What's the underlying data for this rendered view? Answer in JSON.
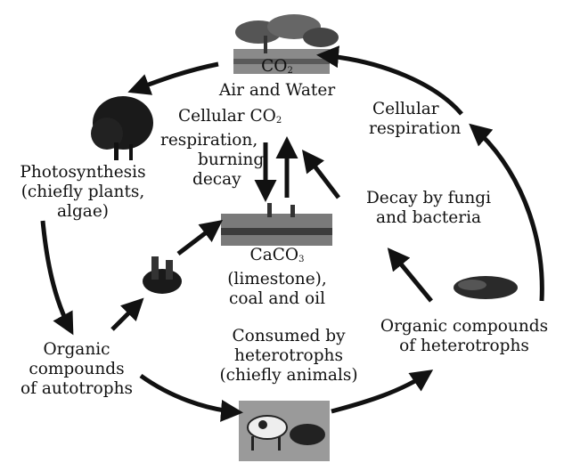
{
  "diagram": {
    "atmosphere": {
      "formula": "CO",
      "subscript": "2",
      "line2": "Air and Water"
    },
    "cellular_co2": {
      "line1_text": "Cellular ",
      "line1_formula": "CO",
      "line1_sub": "2",
      "line2": "respiration,",
      "line3": "burning,",
      "line4": "decay"
    },
    "cellular_respiration_right": {
      "line1": "Cellular",
      "line2": "respiration"
    },
    "photosynthesis": {
      "line1": "Photosynthesis",
      "line2": "(chiefly plants,",
      "line3": "algae)"
    },
    "decay": {
      "line1": "Decay by fungi",
      "line2": "and bacteria"
    },
    "limestone": {
      "formula": "CaCO",
      "subscript": "3",
      "line2": "(limestone),",
      "line3": "coal and oil"
    },
    "autotrophs": {
      "line1": "Organic",
      "line2": "compounds",
      "line3": "of autotrophs"
    },
    "consumed": {
      "line1": "Consumed by",
      "line2": "heterotrophs",
      "line3": "(chiefly animals)"
    },
    "heterotrophs": {
      "line1": "Organic compounds",
      "line2": "of heterotrophs"
    }
  },
  "colors": {
    "ink": "#111111",
    "paper": "#ffffff"
  }
}
